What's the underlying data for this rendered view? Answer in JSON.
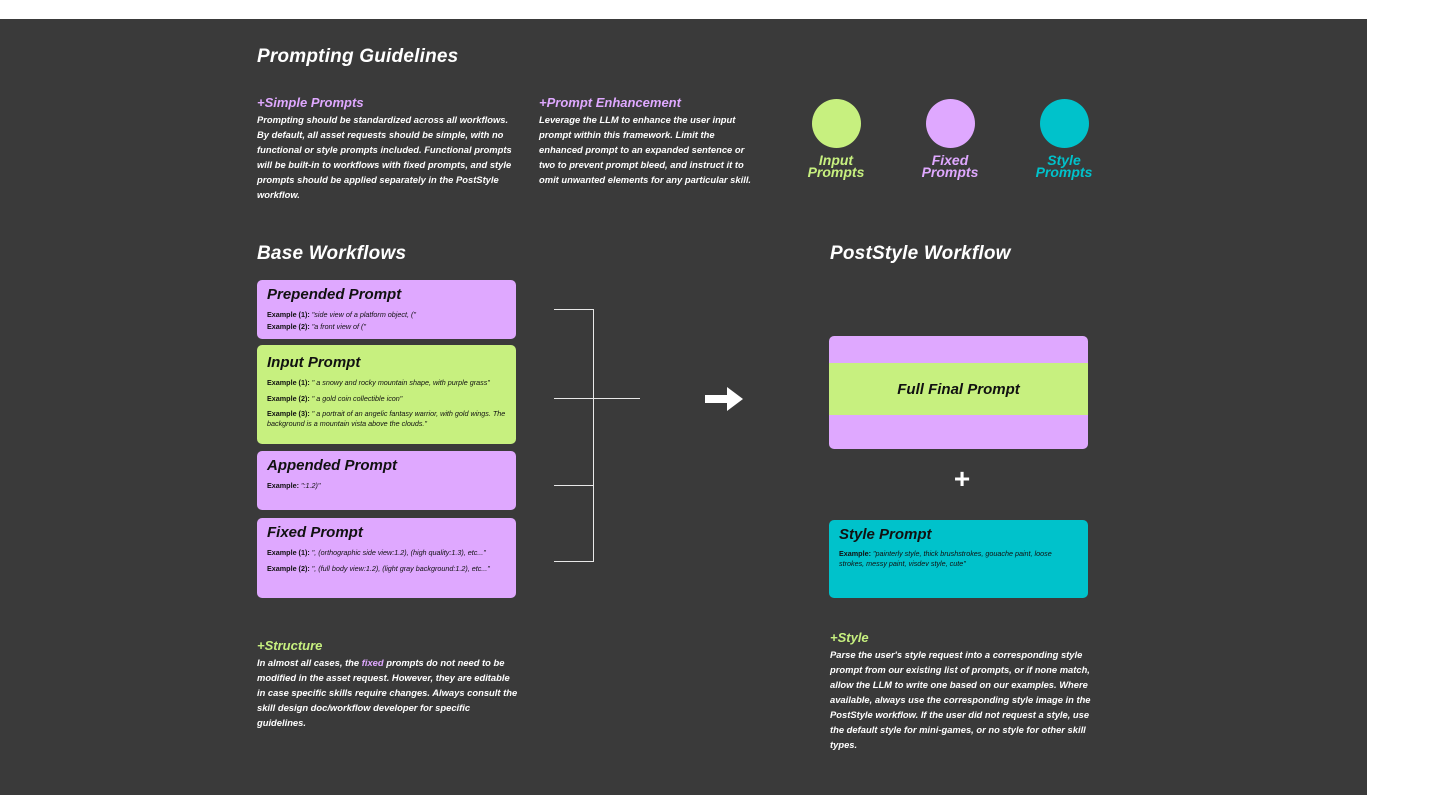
{
  "colors": {
    "background": "#3a3a3a",
    "input": "#c7f07f",
    "fixed": "#dfa8ff",
    "style": "#00c2cb"
  },
  "title": "Prompting Guidelines",
  "simple": {
    "heading": "+Simple Prompts",
    "body": "Prompting should be standardized across all workflows. By default, all asset requests should be simple, with no functional or style prompts included. Functional prompts will be built-in to workflows with fixed prompts, and style prompts should be applied separately in the PostStyle workflow."
  },
  "enhancement": {
    "heading": "+Prompt Enhancement",
    "body": "Leverage the LLM to enhance the user input prompt within this framework. Limit the enhanced prompt to an expanded sentence or two to prevent prompt bleed, and instruct it to omit unwanted elements for any particular skill."
  },
  "legend": [
    {
      "line1": "Input",
      "line2": "Prompts",
      "icon": "green-circle-icon"
    },
    {
      "line1": "Fixed",
      "line2": "Prompts",
      "icon": "purple-circle-icon"
    },
    {
      "line1": "Style",
      "line2": "Prompts",
      "icon": "teal-circle-icon"
    }
  ],
  "base": {
    "heading": "Base Workflows",
    "cards": {
      "prepended": {
        "title": "Prepended Prompt",
        "examples": [
          {
            "label": "Example (1):",
            "text": " \"side view of a platform object, (\""
          },
          {
            "label": "Example (2):",
            "text": " \"a front view of (\""
          }
        ]
      },
      "input": {
        "title": "Input Prompt",
        "examples": [
          {
            "label": "Example (1):",
            "text": " \" a snowy and rocky mountain shape, with purple grass\""
          },
          {
            "label": "Example (2):",
            "text": " \" a gold coin collectible icon\""
          },
          {
            "label": "Example (3):",
            "text": " \" a portrait of an angelic fantasy warrior, with gold wings. The background is a mountain vista above the clouds.\""
          }
        ]
      },
      "appended": {
        "title": "Appended Prompt",
        "examples": [
          {
            "label": "Example:",
            "text": " \":1.2)\""
          }
        ]
      },
      "fixed": {
        "title": "Fixed Prompt",
        "examples": [
          {
            "label": "Example (1):",
            "text": " \", (orthographic side view:1.2), (high quality:1.3), etc...\""
          },
          {
            "label": "Example (2):",
            "text": " \", (full body view:1.2), (light gray background:1.2), etc...\""
          }
        ]
      }
    }
  },
  "poststyle": {
    "heading": "PostStyle Workflow",
    "final_label": "Full Final Prompt",
    "plus": "+",
    "style_card": {
      "title": "Style Prompt",
      "label": "Example:",
      "text": " \"painterly style, thick brushstrokes, gouache paint, loose strokes, messy paint, visdev style, cute\""
    }
  },
  "structure": {
    "heading": "+Structure",
    "before": "In almost all cases, the ",
    "highlight": "fixed",
    "after": " prompts do not need to be modified in the asset request. However, they are editable in case specific skills require changes. Always consult the skill design doc/workflow developer for specific guidelines."
  },
  "style_section": {
    "heading": "+Style",
    "body": "Parse the user's style request into a corresponding style prompt from our existing list of prompts, or if none match, allow the LLM to write one based on our examples. Where available, always use the corresponding style image in the PostStyle workflow. If the user did not request a style, use the default style for mini-games, or no style for other skill types."
  }
}
